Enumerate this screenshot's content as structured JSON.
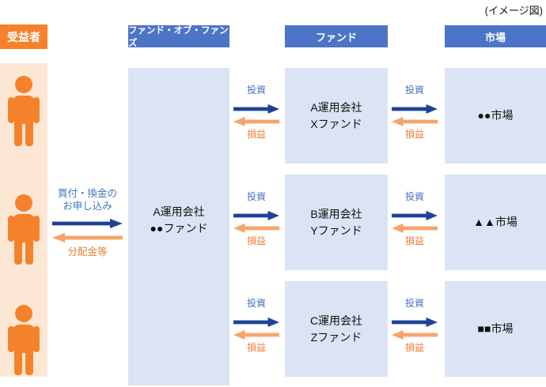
{
  "note": "(イメージ図)",
  "headers": {
    "beneficiary": "受益者",
    "fof": "ファンド・オブ・ファンズ",
    "fund": "ファンド",
    "market": "市場"
  },
  "client_flow": {
    "purchase_line1": "買付・換金の",
    "purchase_line2": "お申し込み",
    "distribution": "分配金等"
  },
  "fof_box": {
    "line1": "A運用会社",
    "line2": "●●ファンド"
  },
  "flow_labels": {
    "invest": "投資",
    "profit_loss": "損益"
  },
  "rows": [
    {
      "fund_line1": "A運用会社",
      "fund_line2": "Xファンド",
      "market": "●●市場"
    },
    {
      "fund_line1": "B運用会社",
      "fund_line2": "Yファンド",
      "market": "▲▲市場"
    },
    {
      "fund_line1": "C運用会社",
      "fund_line2": "Zファンド",
      "market": "■■市場"
    }
  ],
  "beneficiary": {
    "icon": "person-icon",
    "count": 3
  },
  "colors": {
    "header_orange": "#F5822A",
    "header_blue": "#4C74C7",
    "beneficiary_bg": "#FCE7D5",
    "box_bg": "#DBE4F4",
    "arrow_blue": "#1F4297",
    "arrow_orange": "#F7A468",
    "label_blue": "#4472C4",
    "label_orange": "#ED7D31",
    "person_orange": "#F5822A"
  }
}
